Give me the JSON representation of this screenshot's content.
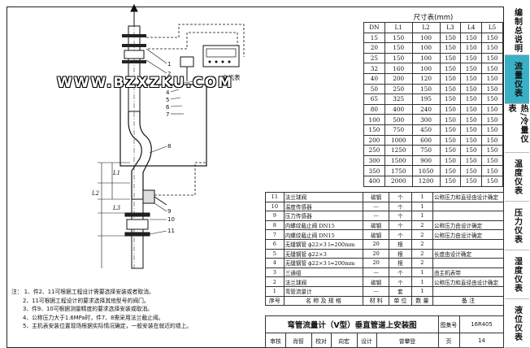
{
  "sidebar": [
    {
      "label": "编制总说明",
      "active": false
    },
    {
      "label": "流量仪表",
      "active": true
    },
    {
      "label": "热/冷量仪表",
      "active": false
    },
    {
      "label": "温度仪表",
      "active": false
    },
    {
      "label": "压力仪表",
      "active": false
    },
    {
      "label": "湿度仪表",
      "active": false
    },
    {
      "label": "液位仪表",
      "active": false
    }
  ],
  "watermark": "WWW.BZXZKU.COM",
  "host_label": "主机表",
  "drawing_labels": {
    "callouts": [
      "1",
      "2",
      "3",
      "4",
      "5",
      "6",
      "7",
      "8",
      "9",
      "10",
      "11"
    ],
    "dims": [
      "L1",
      "L2",
      "L3"
    ]
  },
  "dims_table": {
    "title": "尺寸表(mm)",
    "headers": [
      "DN",
      "L1",
      "L2",
      "L3",
      "L4",
      "L5"
    ],
    "rows": [
      [
        "15",
        "150",
        "100",
        "150",
        "150"
      ],
      [
        "20",
        "150",
        "100",
        "150",
        "150"
      ],
      [
        "25",
        "150",
        "100",
        "150",
        "150"
      ],
      [
        "32",
        "160",
        "100",
        "150",
        "150"
      ],
      [
        "40",
        "200",
        "120",
        "150",
        "150"
      ],
      [
        "50",
        "250",
        "150",
        "150",
        "150"
      ],
      [
        "65",
        "325",
        "195",
        "150",
        "150"
      ],
      [
        "80",
        "400",
        "240",
        "150",
        "150"
      ],
      [
        "100",
        "500",
        "300",
        "150",
        "150"
      ],
      [
        "150",
        "750",
        "450",
        "150",
        "150"
      ],
      [
        "200",
        "1000",
        "600",
        "150",
        "150"
      ],
      [
        "250",
        "1250",
        "750",
        "150",
        "150"
      ],
      [
        "300",
        "1500",
        "900",
        "150",
        "150"
      ],
      [
        "350",
        "1750",
        "1050",
        "150",
        "150"
      ],
      [
        "400",
        "2000",
        "1200",
        "150",
        "150"
      ]
    ]
  },
  "parts_table": {
    "rows": [
      [
        "11",
        "法兰球阀",
        "碳钢",
        "个",
        "1",
        "公称压力和直径由设计确定"
      ],
      [
        "10",
        "温度传感器",
        "—",
        "个",
        "1",
        ""
      ],
      [
        "9",
        "压力传感器",
        "—",
        "个",
        "1",
        ""
      ],
      [
        "8",
        "内螺纹截止阀 DN15",
        "碳钢",
        "个",
        "2",
        "公称压力由设计确定"
      ],
      [
        "7",
        "内螺纹截止阀 DN15",
        "碳钢",
        "个",
        "2",
        "公称压力由设计确定"
      ],
      [
        "6",
        "无缝钢管 ϕ22×3 l=200mm",
        "20",
        "根",
        "2",
        ""
      ],
      [
        "5",
        "无缝钢管 ϕ22×3",
        "20",
        "根",
        "2",
        "长度由设计确定"
      ],
      [
        "4",
        "无缝钢管 ϕ22×3 l=200mm",
        "20",
        "根",
        "2",
        ""
      ],
      [
        "3",
        "三通组",
        "—",
        "个",
        "1",
        "由主机表带"
      ],
      [
        "2",
        "法兰球阀",
        "碳钢",
        "个",
        "1",
        "公称压力和直径由设计确定"
      ],
      [
        "1",
        "弯管流量计",
        "—",
        "套",
        "1",
        ""
      ]
    ],
    "header": [
      "序号",
      "名 称 及 规 格",
      "材 料",
      "单 位",
      "数 量",
      "备 注"
    ]
  },
  "title_block": {
    "title": "弯管流量计（V型）垂直管道上安装图",
    "atlas_label": "图集号",
    "atlas_no": "16R405",
    "page_label": "页",
    "page_no": "14",
    "sign_row": [
      "审核",
      "肖智",
      "校对",
      "向宏",
      "设计",
      "曾攀登"
    ]
  },
  "notes": [
    "注： 1、件2、11可根据工程设计需要选择安装或者取消。",
    "2、11可根据工程设计的要求选择其他型号的阀门。",
    "3、件9、10可根据测量精度的要求选择安装或取消。",
    "4、公称压力大于1.6MPa时，件7、8需采用法兰截止阀。",
    "5、主机表安装位置现场根据实际情况确定，一般安装在就近的墙上。"
  ]
}
